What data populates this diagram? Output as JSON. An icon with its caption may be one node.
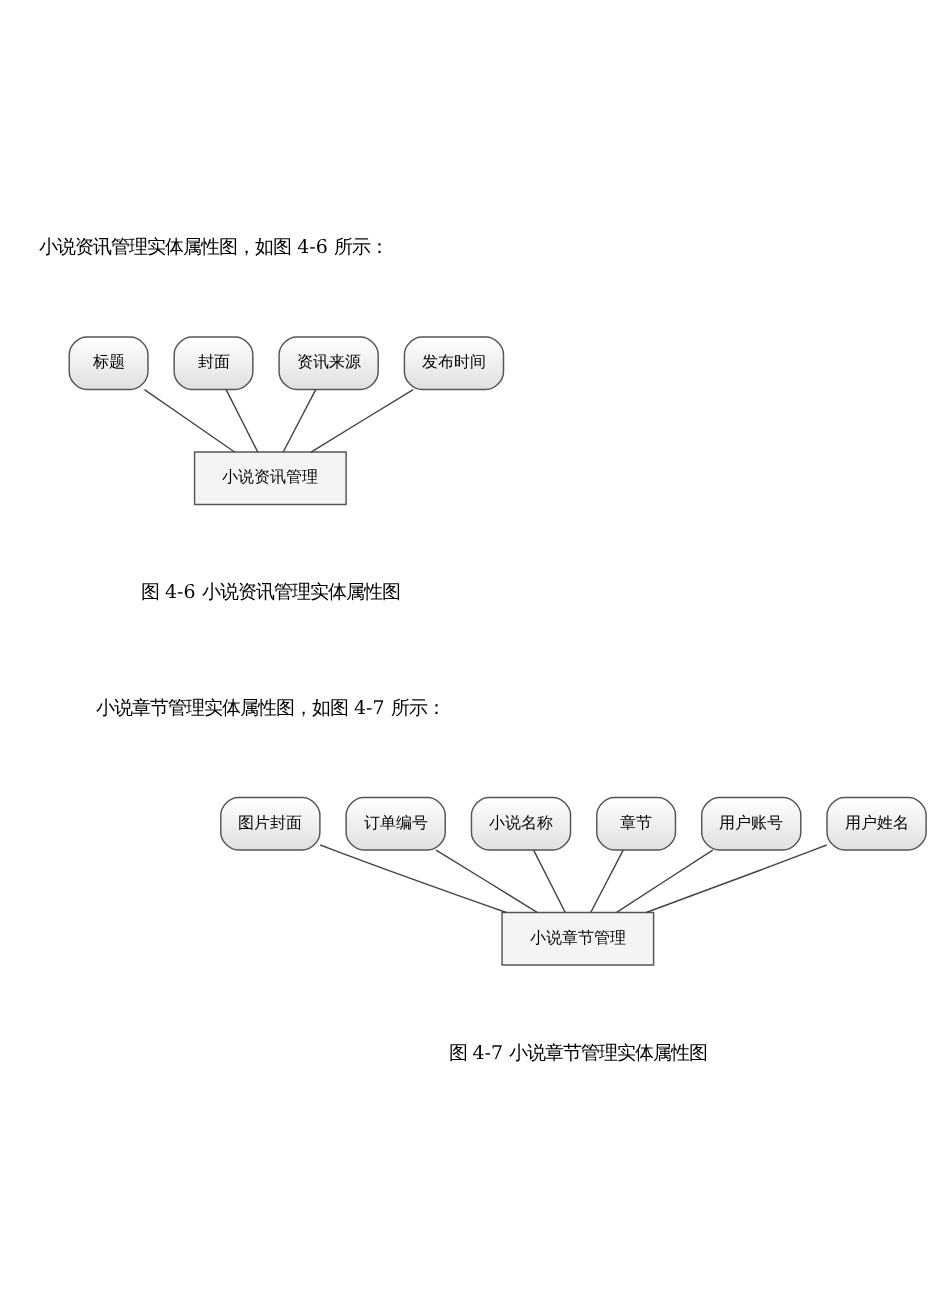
{
  "diagram": {
    "nodes": [
      {
        "text": [
          "标题"
        ]
      },
      {
        "text": [
          "封面"
        ]
      },
      {
        "text": [
          "资讯来源"
        ]
      },
      {
        "text": [
          "发布时间"
        ]
      },
      {
        "text": [
          "小说资讯管理"
        ]
      },
      {
        "text": [
          "订单编号"
        ]
      },
      {
        "text": [
          "小说名称"
        ]
      },
      {
        "text": [
          "图片封面"
        ]
      },
      {
        "text": [
          "章节"
        ]
      },
      {
        "text": [
          "用户账号"
        ]
      },
      {
        "text": [
          "用户姓名"
        ]
      },
      {
        "text": [
          "小说章节管理"
        ]
      }
    ],
    "edges": [
      {
        "from": 0,
        "to": 4,
        "arrow": "none"
      },
      {
        "from": 1,
        "to": 4,
        "arrow": "none"
      },
      {
        "from": 2,
        "to": 4,
        "arrow": "none"
      },
      {
        "from": 3,
        "to": 4,
        "arrow": "none"
      },
      {
        "from": 5,
        "to": 11,
        "arrow": "none"
      },
      {
        "from": 6,
        "to": 11,
        "arrow": "none"
      },
      {
        "from": 7,
        "to": 11,
        "arrow": "none"
      },
      {
        "from": 8,
        "to": 11,
        "arrow": "none"
      },
      {
        "from": 9,
        "to": 11,
        "arrow": "none"
      },
      {
        "from": 10,
        "to": 11,
        "arrow": "none"
      }
    ],
    "labels": [
      "小说资讯管理实体属性图，如图 4-6 所示：",
      "图 4-6 小说资讯管理实体属性图",
      "小说章节管理实体属性图，如图 4-7 所示：",
      "图 4-7 小说章节管理实体属性图"
    ]
  }
}
